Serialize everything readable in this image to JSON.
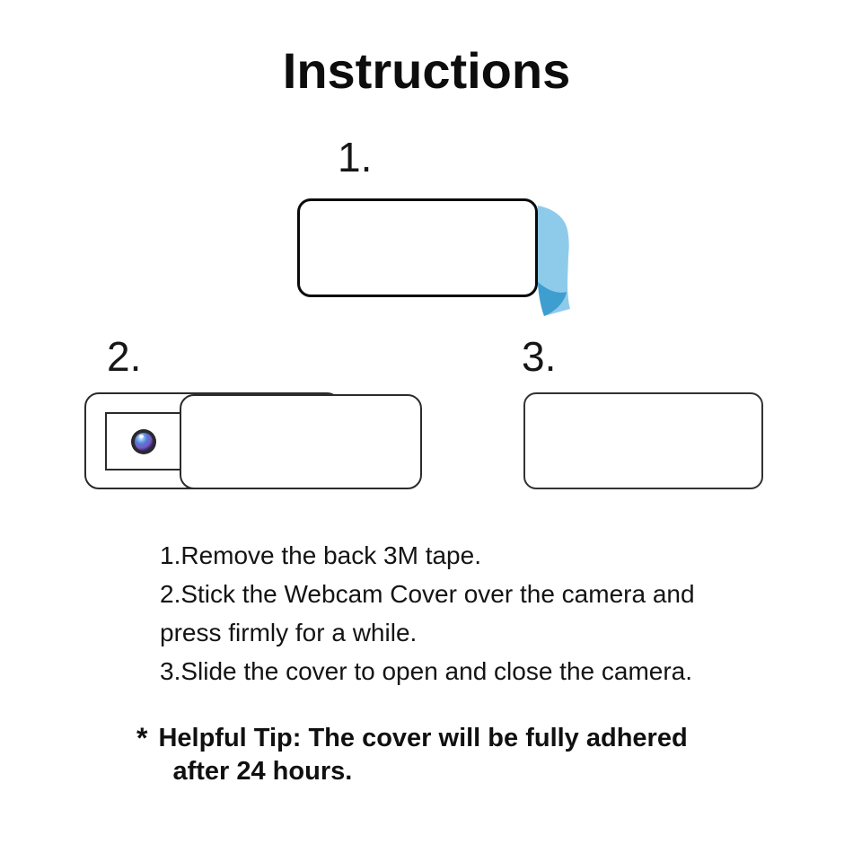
{
  "page": {
    "title": "Instructions",
    "background": "#ffffff"
  },
  "steps": [
    {
      "label": "1."
    },
    {
      "label": "2."
    },
    {
      "label": "3."
    }
  ],
  "instructions": {
    "lines": [
      "1.Remove the back 3M tape.",
      "2.Stick the Webcam Cover over the camera and",
      "press firmly for a while.",
      "3.Slide the cover to open and close the camera."
    ]
  },
  "tip": {
    "marker": "*",
    "lines": [
      "Helpful Tip: The cover will be fully adhered",
      "after 24 hours."
    ]
  },
  "colors": {
    "tape_light": "#8ECBEA",
    "tape_dark": "#3E9ECF",
    "lens_purple": "#7B57C2",
    "outline": "#2B2B2B",
    "outline_strong": "#0A0A0A"
  }
}
